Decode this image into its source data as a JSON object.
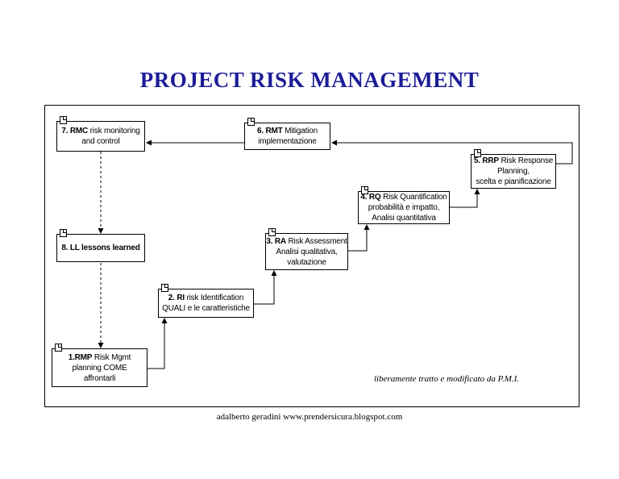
{
  "title": {
    "text": "PROJECT RISK MANAGEMENT",
    "color": "#1c1c99"
  },
  "diagram": {
    "boxes": {
      "rmp": {
        "bold": "1.RMP",
        "rest": " Risk Mgmt",
        "line2": "planning COME",
        "line3": "affrontarli"
      },
      "ri": {
        "bold": "2. RI",
        "rest": " risk Identification",
        "line2": "QUALI e le caratteristiche"
      },
      "ra": {
        "bold": "3. RA",
        "rest": " Risk Assessment",
        "line2": "Analisi qualitativa,",
        "line3": "valutazione"
      },
      "rq": {
        "bold": "4. RQ",
        "rest": " Risk Quantification",
        "line2": "probabilità e impatto,",
        "line3": "Analisi quantitativa"
      },
      "rrp": {
        "bold": "5. RRP",
        "rest": " Risk Response",
        "line2": "Planning,",
        "line3": "scelta e  pianificazione"
      },
      "rmt": {
        "bold": "6. RMT",
        "rest": " Mitigation",
        "line2": "implementazione"
      },
      "rmc": {
        "bold": "7. RMC",
        "rest": " risk monitoring",
        "line2": "and control"
      },
      "ll": {
        "bold": "8. LL lessons learned",
        "rest": ""
      }
    },
    "credit": "liberamente tratto e modificato da P.M.I."
  },
  "footer": "adalberto geradini www.prendersicura.blogspot.com"
}
